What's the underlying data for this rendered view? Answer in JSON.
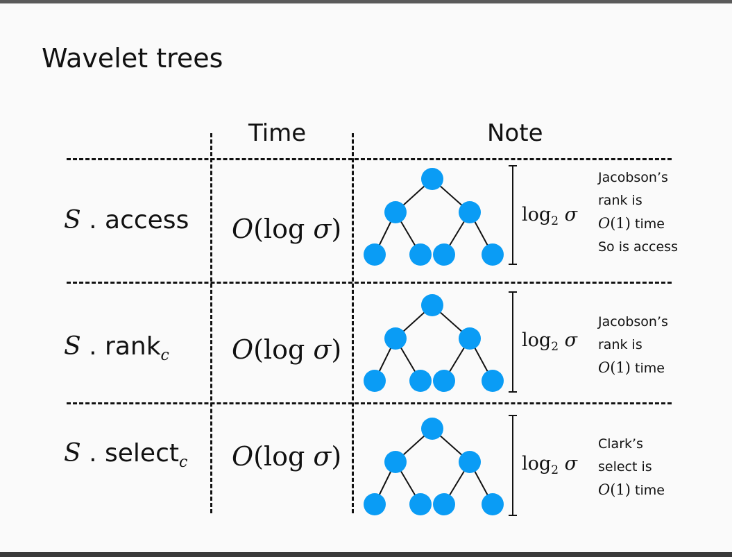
{
  "slide": {
    "title": "Wavelet trees",
    "headers": {
      "time": "Time",
      "note": "Note"
    },
    "log_label": {
      "prefix": "log",
      "sub": "2",
      "sigma": "σ"
    },
    "rows": [
      {
        "op_s": "S",
        "op_dot": " . ",
        "op_name": "access",
        "op_sub": "",
        "time": {
          "o": "O",
          "open": "(log ",
          "sigma": "σ",
          "close": ")"
        },
        "note": {
          "line1": "Jacobson’s",
          "line2": "rank is",
          "o": "O",
          "paren": "(1)",
          "time_word": " time",
          "extra": "So is access"
        }
      },
      {
        "op_s": "S",
        "op_dot": " . ",
        "op_name": "rank",
        "op_sub": "c",
        "time": {
          "o": "O",
          "open": "(log ",
          "sigma": "σ",
          "close": ")"
        },
        "note": {
          "line1": "Jacobson’s",
          "line2": "rank is",
          "o": "O",
          "paren": "(1)",
          "time_word": " time"
        }
      },
      {
        "op_s": "S",
        "op_dot": " . ",
        "op_name": "select",
        "op_sub": "c",
        "time": {
          "o": "O",
          "open": "(log ",
          "sigma": "σ",
          "close": ")"
        },
        "note": {
          "line1": "Clark’s",
          "line2": "select is",
          "o": "O",
          "paren": "(1)",
          "time_word": " time"
        }
      }
    ],
    "colors": {
      "node": "#0a9cf5",
      "line": "#111111"
    }
  }
}
